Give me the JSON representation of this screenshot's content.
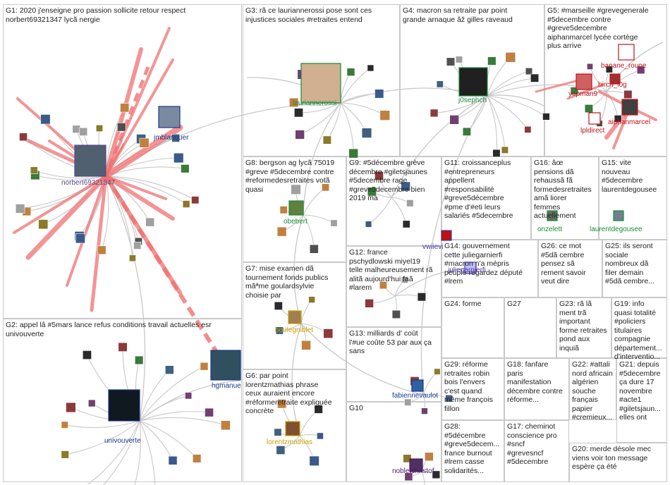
{
  "groups": [
    {
      "id": "G1",
      "text": "G1: 2020 j'enseigne pro passion sollicite retour respect\nnorbert69321347 lycã nergie"
    },
    {
      "id": "G2",
      "text": "G2: appel lâ #5mars lance refus conditions travail actuelles esr\nunivouverte"
    },
    {
      "id": "G3",
      "text": "G3: rã ce laurianner​ossi pose sont ces\ninjustices sociales #retraites entend"
    },
    {
      "id": "G4",
      "text": "G4: macron sa retraite par point\ngrande arnaque âž gilles raveaud"
    },
    {
      "id": "G5",
      "text": "G5: #marseille #grevegenerale\n#5decembre contre\n#greve5decembre\naiphanmarcel lycée cortège\nplus arrive"
    },
    {
      "id": "G6",
      "text": "G6: par point\nlorentzmathias phrase\nceux auraient encore\n#réformeretraite expliquée\nconcrète"
    },
    {
      "id": "G7",
      "text": "G7: mise examen dã\ntournement fonds publics\nmãªme goulardsylvie\nchoisie par"
    },
    {
      "id": "G8",
      "text": "G8: bergson ag lycã 75019\n#greve #5decembre contre\n#reformedesretraites votã\nquasi"
    },
    {
      "id": "G9",
      "text": "G9: #5décembre grève\ndécembre #giletsjaunes\n#5decembre rage\n#greve5decembre bien\n2019 ma"
    },
    {
      "id": "G10",
      "text": "G10"
    },
    {
      "id": "G11",
      "text": "G11: croissanceplus\n#entrepreneurs\nappellent\n#responsabilité\n#greve5décembre\n#pme d'#eti leurs\nsalariés #5decembre"
    },
    {
      "id": "G12",
      "text": "G12: france\npschydlowski miyel19\ntelle malheureusement rã\nalitã aujourd'hui faã\n#larem"
    },
    {
      "id": "G13",
      "text": "G13: milliards d' coût\nl'#ue coûte 53 par aux ça\nsans"
    },
    {
      "id": "G14",
      "text": "G14: gouvernement\ncette juliegarnierfi\n#macron n'a mépris\npeuple regardez député\n#lrem"
    },
    {
      "id": "G15",
      "text": "G15: vite\nnouveau\n#5decembre\nlaurentdegousee"
    },
    {
      "id": "G16",
      "text": "G16: âœ\npensions dã\nrehaussã fã\nformedesretraites\namã liorer\nfemmes\nactuellement"
    },
    {
      "id": "G17",
      "text": "G17: cheminot\nconscience pro\n#sncf\n#grevesncf\n#5decembre"
    },
    {
      "id": "G18",
      "text": "G18: fanfare\nparis\nmanifestation\ndécembre contre\nréforme..."
    },
    {
      "id": "G19",
      "text": "G19: info\nquasi totalité\n#policiers\ntitulaires\ncompagnie\ndépartement...\nd'interventio..."
    },
    {
      "id": "G20",
      "text": "G20: merde désole mec\nviens voir ton message\nespère ça été"
    },
    {
      "id": "G21",
      "text": "G21: depuis\n#5decembre\nça dure 17\nnovembre\n#acte1\n#giletsjaun...\nelles ont"
    },
    {
      "id": "G22",
      "text": "G22: #attali\nnord africain\nalgérien\nsouche\nfrançais\npapier\n#cremieux..."
    },
    {
      "id": "G23",
      "text": "G23: rã lã\nment trã\nimportant\nforme retraites\npond aux\ninquiã"
    },
    {
      "id": "G24",
      "text": "G24: forme"
    },
    {
      "id": "G25",
      "text": "G25: ils seront\nsociale\nnombreux dã\nfiler demain\n#5dã cembre..."
    },
    {
      "id": "G26",
      "text": "G26: ce mot\n#5dã cembre\npensez sã\nrement savoir\nveut dire"
    },
    {
      "id": "G27",
      "text": "G27"
    },
    {
      "id": "G28",
      "text": "G28:\n#5décembre\n#greve5decem...\nfrance burnout\n#lrem casse\nsolidarités..."
    },
    {
      "id": "G29",
      "text": "G29: réforme\nretraites robin\nbois l'envers\nc'est quand\nmême françois\nfillon"
    }
  ],
  "nodes": [
    {
      "id": "norbert69321347",
      "label": "norbert69321347",
      "color": "#5a4a8a"
    },
    {
      "id": "jmblanquer",
      "label": "jmblanquer",
      "color": "#1a3a8a"
    },
    {
      "id": "univouverte",
      "label": "univouverte",
      "color": "#1a3a8a"
    },
    {
      "id": "hgmanue",
      "label": "hgmanue",
      "color": "#1a3a8a"
    },
    {
      "id": "laurianner",
      "label": "laurianner​ossi",
      "color": "#1a8a3a"
    },
    {
      "id": "j0sephch",
      "label": "j0sephch",
      "color": "#1a8a3a"
    },
    {
      "id": "banane_rouge",
      "label": "banane_rouge",
      "color": "#c0141e"
    },
    {
      "id": "birch_l0g",
      "label": "birch_l0g",
      "color": "#c0141e"
    },
    {
      "id": "yopman9",
      "label": "yopman9",
      "color": "#c0141e"
    },
    {
      "id": "aiphanmarcel",
      "label": "aiphanmarcel",
      "color": "#c0141e"
    },
    {
      "id": "lpldirect",
      "label": "lpldirect",
      "color": "#c0141e"
    },
    {
      "id": "obebert",
      "label": "obebert",
      "color": "#1a8a3a"
    },
    {
      "id": "boulegniblet",
      "label": "boulegniblet",
      "color": "#c8a000"
    },
    {
      "id": "lorentzmathias",
      "label": "lorentzmathias",
      "color": "#c8a000"
    },
    {
      "id": "juliegarnierfi",
      "label": "juliegarnierfi",
      "color": "#4a3aa0"
    },
    {
      "id": "vwiievi",
      "label": "vwiievi",
      "color": "#4a3aa0"
    },
    {
      "id": "onzelett",
      "label": "onzelett",
      "color": "#1a8a3a"
    },
    {
      "id": "laurentdegousee",
      "label": "laurentdegousee",
      "color": "#1a8a3a"
    },
    {
      "id": "fabiennevaulot",
      "label": "fabiennevaulot",
      "color": "#1a3a8a"
    },
    {
      "id": "nobletchristof",
      "label": "nobletchristof",
      "color": "#4a1a6a"
    }
  ],
  "colors": {
    "edge": "#c8c8c8",
    "hot_edge": "#f07070",
    "box_border": "#c9c9c9"
  }
}
